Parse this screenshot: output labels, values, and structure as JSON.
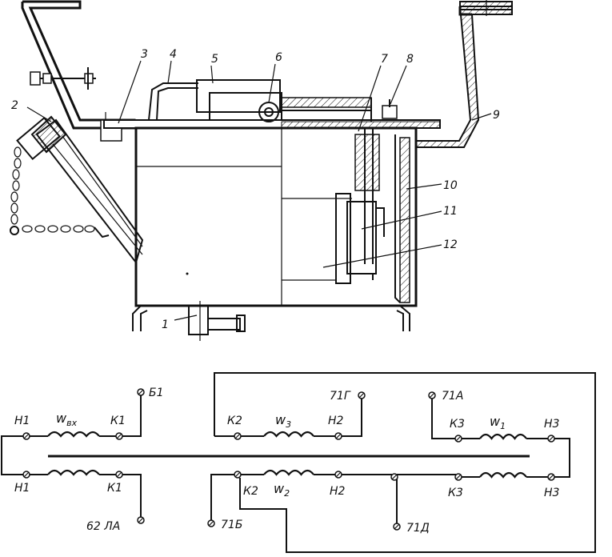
{
  "colors": {
    "ink": "#111111",
    "paper": "#ffffff"
  },
  "mechanical": {
    "callouts": [
      "1",
      "2",
      "3",
      "4",
      "5",
      "6",
      "7",
      "8",
      "9",
      "10",
      "11",
      "12"
    ]
  },
  "schematic": {
    "terminals": {
      "n1_top": "Н1",
      "k1_top": "К1",
      "b1": "Б1",
      "n1_bottom": "Н1",
      "k1_bottom": "К1",
      "b2la": "62 ЛА",
      "k2_top": "К2",
      "n2_top": "Н2",
      "t71g": "71Г",
      "t71a": "71А",
      "k3_top": "К3",
      "n3_top": "Н3",
      "k2_bottom": "К2",
      "t71b": "71Б",
      "n2_bottom": "Н2",
      "t71d": "71Д",
      "k3_bottom": "К3",
      "n3_bottom": "Н3"
    },
    "windings": {
      "w_in": "w",
      "w_in_sub": "вх",
      "w3": "w",
      "w3_sub": "3",
      "w1": "w",
      "w1_sub": "1",
      "w2": "w",
      "w2_sub": "2"
    }
  }
}
